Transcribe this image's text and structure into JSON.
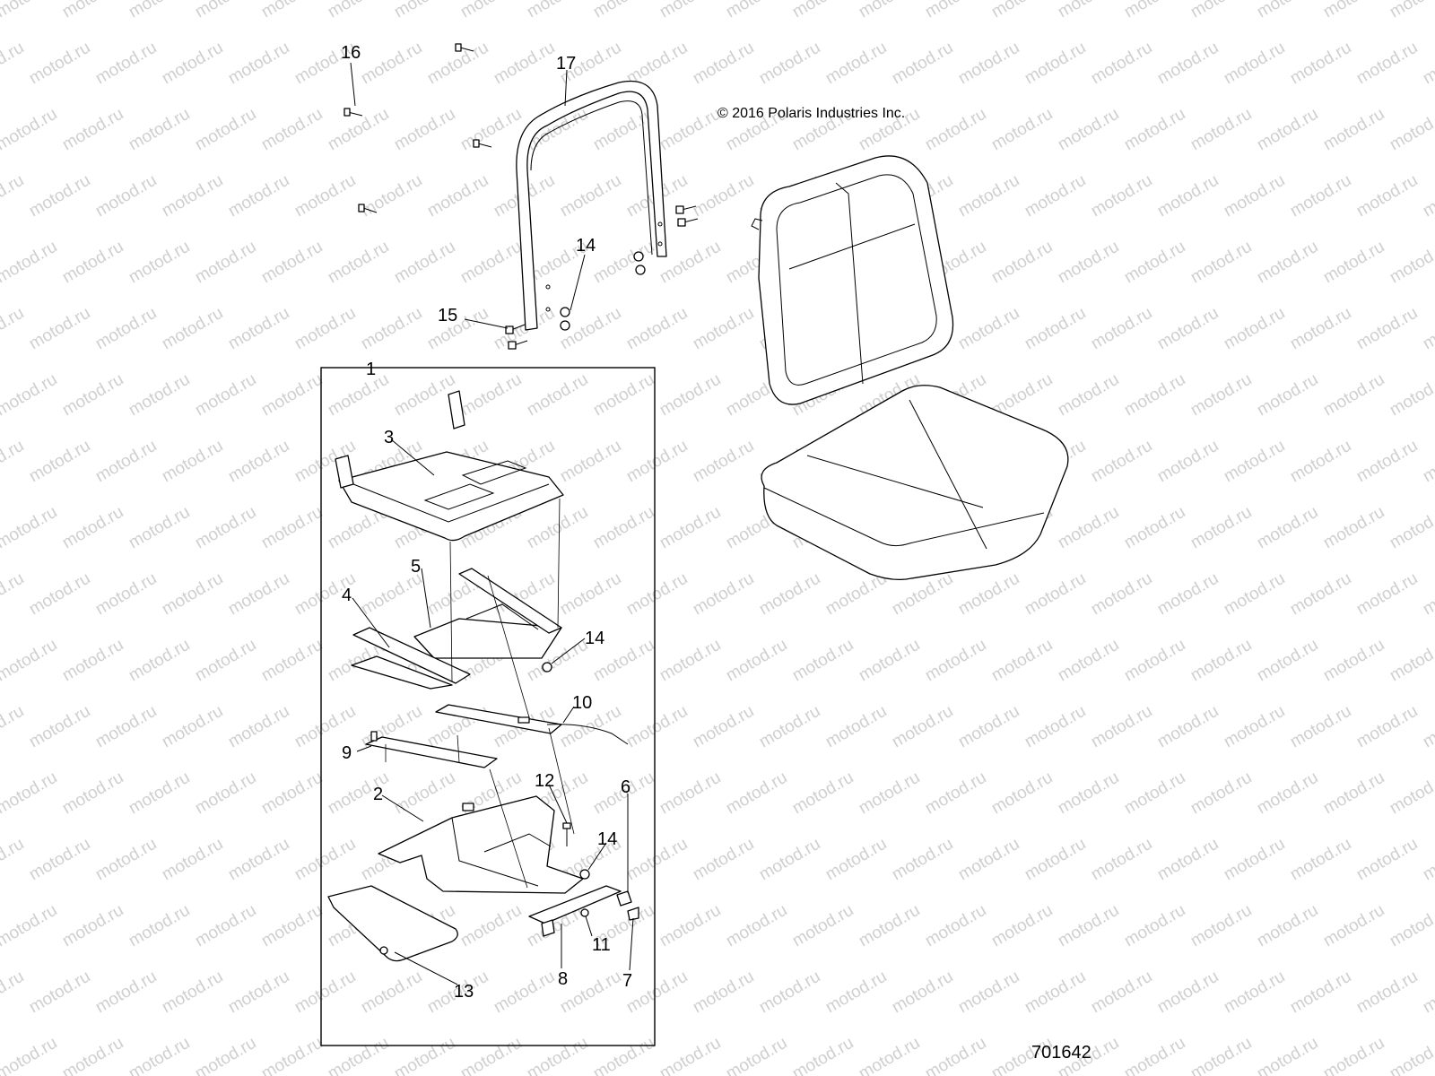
{
  "watermark": "motod.ru",
  "copyright": "© 2016 Polaris Industries Inc.",
  "diagram_number": "701642",
  "callouts": {
    "c1": "1",
    "c2": "2",
    "c3": "3",
    "c4": "4",
    "c5": "5",
    "c6": "6",
    "c7": "7",
    "c8": "8",
    "c9": "9",
    "c10": "10",
    "c11": "11",
    "c12": "12",
    "c13": "13",
    "c14a": "14",
    "c14b": "14",
    "c14c": "14",
    "c15": "15",
    "c16": "16",
    "c17": "17"
  }
}
